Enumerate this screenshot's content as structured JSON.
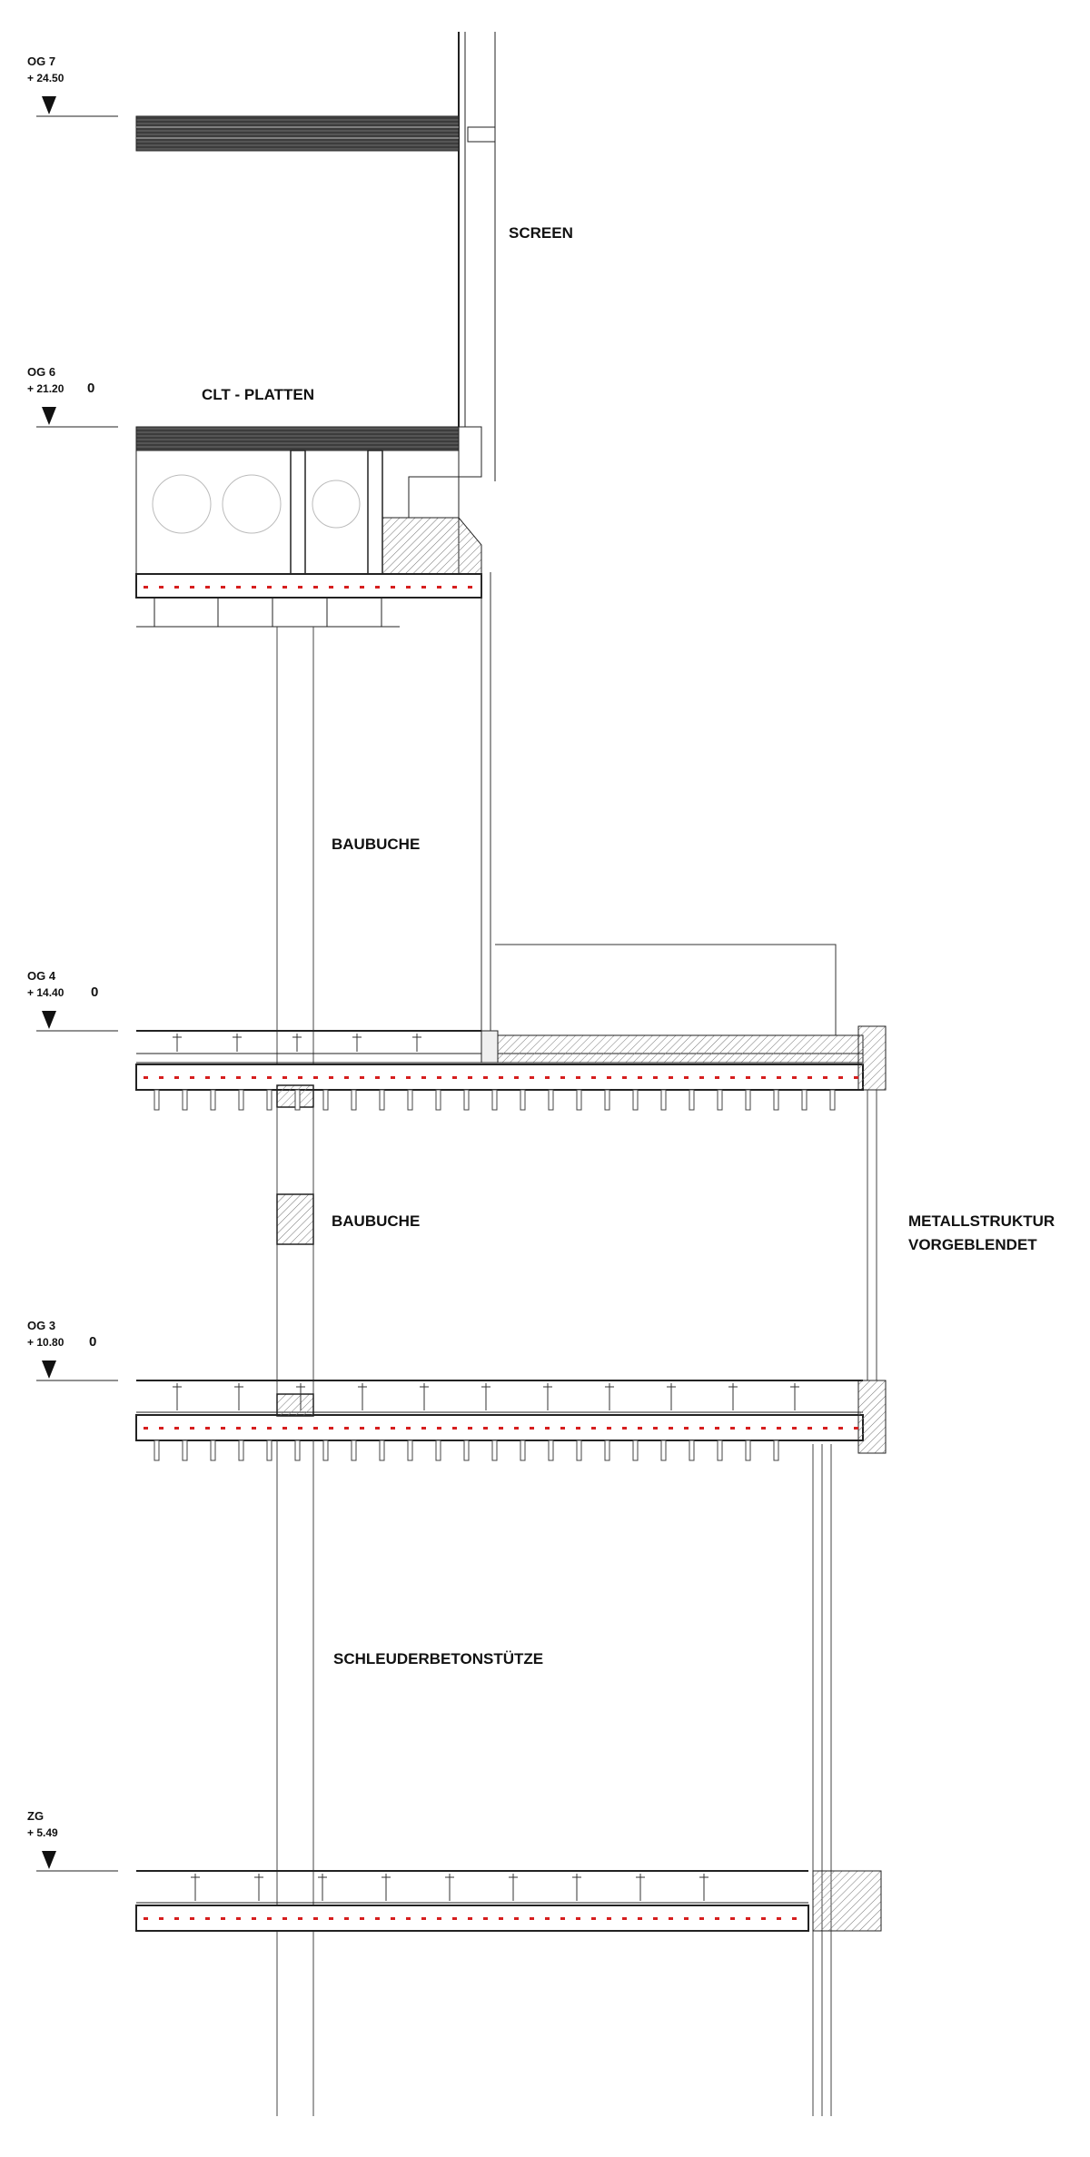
{
  "levels": [
    {
      "id": "og7",
      "name": "OG 7",
      "elevation": "+ 24.50"
    },
    {
      "id": "og6",
      "name": "OG 6",
      "elevation": "+ 21.20",
      "suffix": "0"
    },
    {
      "id": "og4",
      "name": "OG 4",
      "elevation": "+ 14.40",
      "suffix": "0"
    },
    {
      "id": "og3",
      "name": "OG 3",
      "elevation": "+ 10.80",
      "suffix": "0"
    },
    {
      "id": "zg",
      "name": "ZG",
      "elevation": "+ 5.49"
    }
  ],
  "labels": {
    "screen": "SCREEN",
    "clt_platten": "CLT - PLATTEN",
    "baubuche_upper": "BAUBUCHE",
    "baubuche_lower": "BAUBUCHE",
    "metallstruktur_line1": "METALLSTRUKTUR",
    "metallstruktur_line2": "VORGEBLENDET",
    "schleuderbetonstuetze": "SCHLEUDERBETONSTÜTZE"
  },
  "colors": {
    "line": "#222222",
    "reinforcement": "#d61e1e",
    "hatch": "#777777",
    "fill_light": "#efefef"
  }
}
